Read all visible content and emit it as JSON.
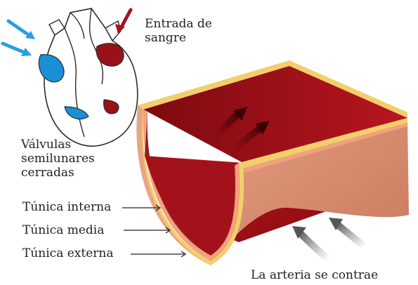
{
  "labels": {
    "blood_entry": [
      "Entrada de",
      "sangre"
    ],
    "valves": [
      "Válvulas",
      "semilunares",
      "cerradas"
    ],
    "tunica_interna": "Túnica interna",
    "tunica_media": "Túnica media",
    "tunica_externa": "Túnica externa",
    "artery_contracts": "La arteria se contrae"
  },
  "colors": {
    "oxygenated_blood": "#9b1118",
    "deoxygenated_blood": "#1a8fd6",
    "inflow_arrow_blue": "#2a9ee0",
    "inflow_arrow_red": "#a3141d",
    "vessel_outer": "#d38a6e",
    "vessel_lumen": "#a8121a",
    "vessel_layer_yellow": "#f2cf6a",
    "contraction_arrow": "#6e6e6e"
  }
}
